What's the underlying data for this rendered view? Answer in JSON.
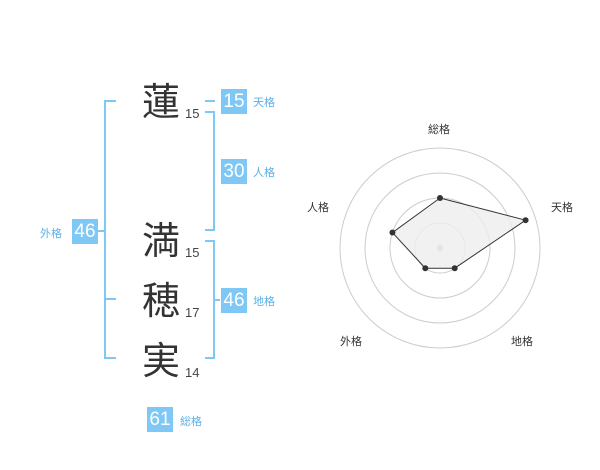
{
  "name": {
    "surname": [
      {
        "char": "蓮",
        "strokes": "15"
      }
    ],
    "given": [
      {
        "char": "満",
        "strokes": "15"
      },
      {
        "char": "穂",
        "strokes": "17"
      },
      {
        "char": "実",
        "strokes": "14"
      }
    ]
  },
  "kaku": {
    "tenkaku": {
      "label": "天格",
      "value": "15"
    },
    "jinkaku": {
      "label": "人格",
      "value": "30"
    },
    "chikaku": {
      "label": "地格",
      "value": "46"
    },
    "gaikaku": {
      "label": "外格",
      "value": "46"
    },
    "soukaku": {
      "label": "総格",
      "value": "61"
    }
  },
  "colors": {
    "accent": "#7fc8f5",
    "accent_text": "#5ab0e8",
    "kanji": "#333333",
    "ring": "#cccccc",
    "polygon_fill": "#eeeeee",
    "polygon_stroke": "#333333"
  },
  "chart_data": {
    "type": "radar",
    "axes": [
      "総格",
      "天格",
      "地格",
      "外格",
      "人格"
    ],
    "levels": 4,
    "rmax": 4,
    "values": [
      2.0,
      3.6,
      1.0,
      1.0,
      2.0
    ]
  }
}
